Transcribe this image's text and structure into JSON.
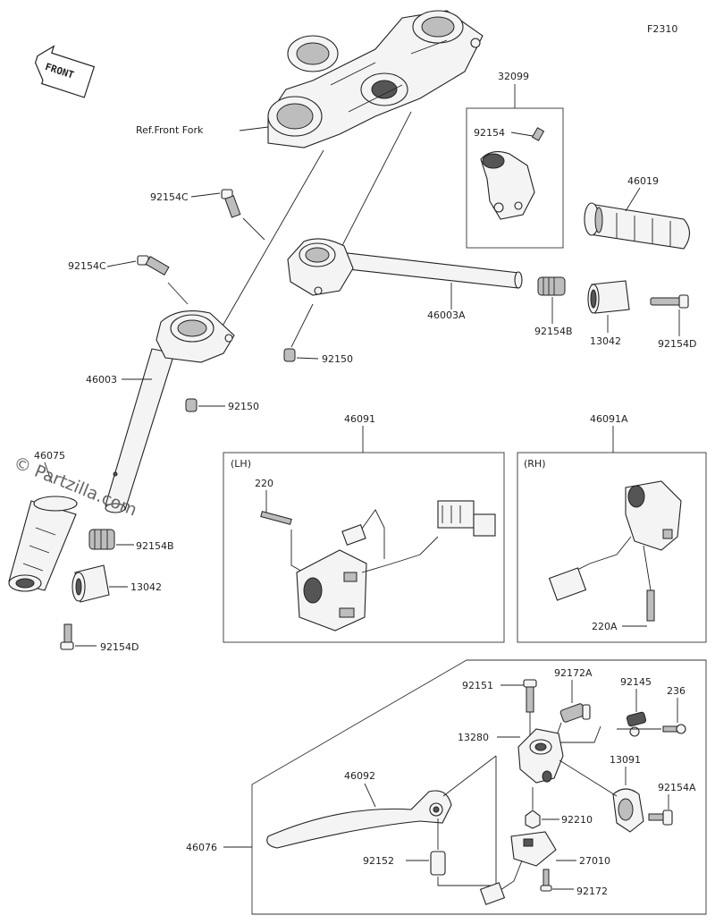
{
  "figure_code": "F2310",
  "front_label": "FRONT",
  "ref_label": "Ref.Front Fork",
  "section_labels": {
    "lh": "(LH)",
    "rh": "(RH)"
  },
  "watermark": "© Partzilla.com",
  "parts": {
    "p32099": "32099",
    "p92154_top": "92154",
    "p46019": "46019",
    "p92154C_a": "92154C",
    "p92154C_b": "92154C",
    "p46003A": "46003A",
    "p92154B_r": "92154B",
    "p13042_r": "13042",
    "p92154D_r": "92154D",
    "p92150_a": "92150",
    "p46003": "46003",
    "p92150_b": "92150",
    "p46091": "46091",
    "p46091A": "46091A",
    "p220": "220",
    "p220A": "220A",
    "p46075": "46075",
    "p92154B_l": "92154B",
    "p13042_l": "13042",
    "p92154D_l": "92154D",
    "p92151": "92151",
    "p92172A": "92172A",
    "p92145": "92145",
    "p236": "236",
    "p13280": "13280",
    "p13091": "13091",
    "p46092": "46092",
    "p92154A": "92154A",
    "p92210": "92210",
    "p46076": "46076",
    "p92152": "92152",
    "p27010": "27010",
    "p92172": "92172"
  }
}
